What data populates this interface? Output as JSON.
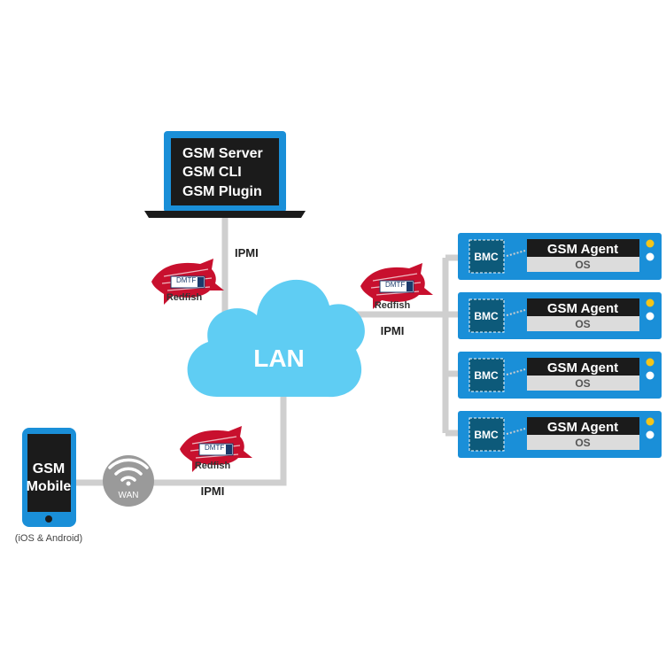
{
  "laptop": {
    "lines": [
      "GSM Server",
      "GSM CLI",
      "GSM Plugin"
    ]
  },
  "cloud": {
    "label": "LAN"
  },
  "mobile": {
    "lines": [
      "GSM",
      "Mobile"
    ],
    "caption": "(iOS & Android)"
  },
  "wan": {
    "label": "WAN"
  },
  "links": {
    "top": {
      "protocol": "IPMI",
      "logo_text": "DMTF",
      "logo_caption": "Redfish"
    },
    "right": {
      "protocol": "IPMI",
      "logo_text": "DMTF",
      "logo_caption": "Redfish"
    },
    "bottom": {
      "protocol": "IPMI",
      "logo_text": "DMTF",
      "logo_caption": "Redfish"
    }
  },
  "servers": [
    {
      "bmc": "BMC",
      "agent": "GSM Agent",
      "os": "OS"
    },
    {
      "bmc": "BMC",
      "agent": "GSM Agent",
      "os": "OS"
    },
    {
      "bmc": "BMC",
      "agent": "GSM Agent",
      "os": "OS"
    },
    {
      "bmc": "BMC",
      "agent": "GSM Agent",
      "os": "OS"
    }
  ],
  "colors": {
    "blue": "#1a8fd8",
    "cloud": "#5fcdf3",
    "dark": "#1b1b1b",
    "line": "#cfcfcf",
    "bmc": "#0d5a7a",
    "redfish": "#c8102e",
    "rack": "#0f3347",
    "wan": "#9a9a9a",
    "led": "#f5c518"
  }
}
